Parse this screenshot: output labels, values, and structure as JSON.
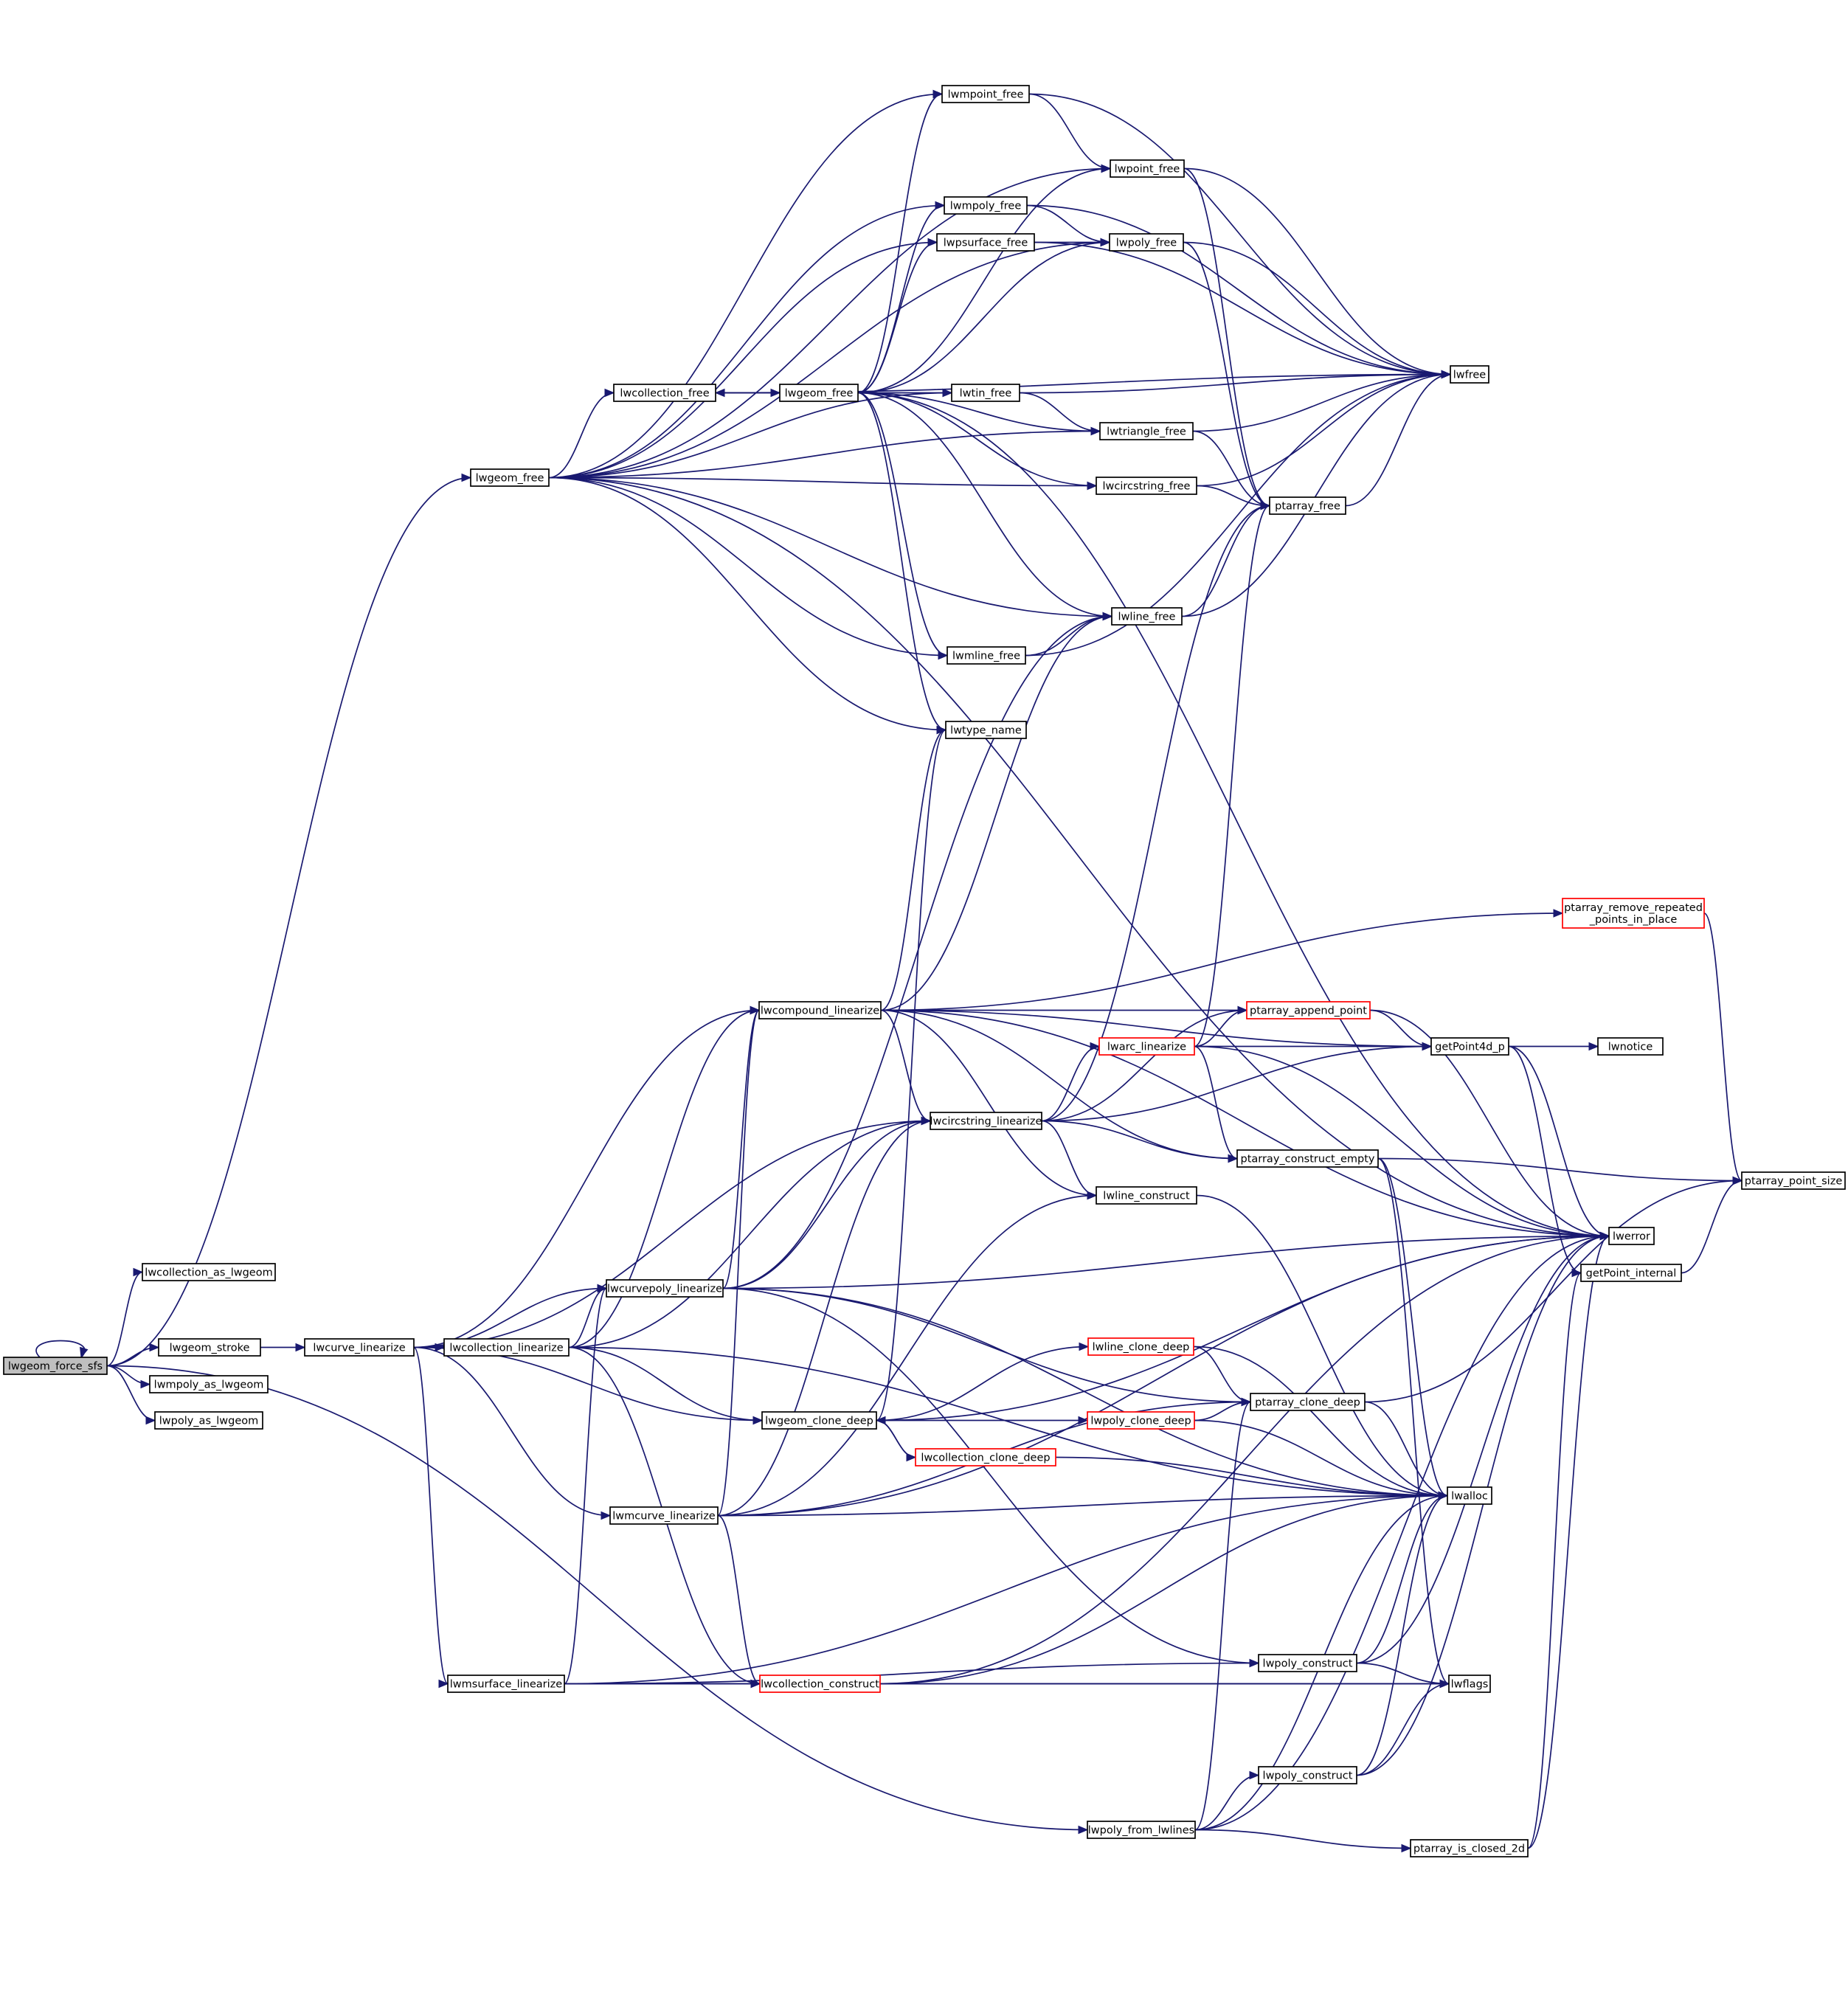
{
  "graph": {
    "root": "lwgeom_force_sfs",
    "colors": {
      "edge": "#191970",
      "root_fill": "#bfbfbf",
      "truncated_border": "#ff0000",
      "node_border": "#000000"
    },
    "nodes": [
      {
        "id": "lwgeom_force_sfs",
        "label": "lwgeom_force_sfs",
        "style": "root"
      },
      {
        "id": "lwcollection_as_lwgeom",
        "label": "lwcollection_as_lwgeom"
      },
      {
        "id": "lwgeom_free",
        "label": "lwgeom_free"
      },
      {
        "id": "lwgeom_stroke",
        "label": "lwgeom_stroke"
      },
      {
        "id": "lwmpoly_as_lwgeom",
        "label": "lwmpoly_as_lwgeom"
      },
      {
        "id": "lwpoly_as_lwgeom",
        "label": "lwpoly_as_lwgeom"
      },
      {
        "id": "lwcurve_linearize",
        "label": "lwcurve_linearize"
      },
      {
        "id": "lwcollection_linearize",
        "label": "lwcollection_linearize"
      },
      {
        "id": "lwmsurface_linearize",
        "label": "lwmsurface_linearize"
      },
      {
        "id": "lwcollection_free",
        "label": "lwcollection_free"
      },
      {
        "id": "lwcurvepoly_linearize",
        "label": "lwcurvepoly_linearize"
      },
      {
        "id": "lwmcurve_linearize",
        "label": "lwmcurve_linearize"
      },
      {
        "id": "lwgeom_free2",
        "label": "lwgeom_free"
      },
      {
        "id": "lwcompound_linearize",
        "label": "lwcompound_linearize"
      },
      {
        "id": "lwgeom_clone_deep",
        "label": "lwgeom_clone_deep"
      },
      {
        "id": "lwcollection_construct",
        "label": "lwcollection_construct",
        "style": "truncated"
      },
      {
        "id": "lwmpoint_free",
        "label": "lwmpoint_free"
      },
      {
        "id": "lwmpoly_free",
        "label": "lwmpoly_free"
      },
      {
        "id": "lwpsurface_free",
        "label": "lwpsurface_free"
      },
      {
        "id": "lwtin_free",
        "label": "lwtin_free"
      },
      {
        "id": "lwmline_free",
        "label": "lwmline_free"
      },
      {
        "id": "lwtype_name",
        "label": "lwtype_name"
      },
      {
        "id": "lwcircstring_linearize",
        "label": "lwcircstring_linearize"
      },
      {
        "id": "lwcollection_clone_deep",
        "label": "lwcollection_clone_deep",
        "style": "truncated"
      },
      {
        "id": "lwline_clone_deep",
        "label": "lwline_clone_deep",
        "style": "truncated"
      },
      {
        "id": "lwpoly_clone_deep",
        "label": "lwpoly_clone_deep",
        "style": "truncated"
      },
      {
        "id": "lwpoly_from_lwlines",
        "label": "lwpoly_from_lwlines"
      },
      {
        "id": "lwpoint_free",
        "label": "lwpoint_free"
      },
      {
        "id": "lwpoly_free",
        "label": "lwpoly_free"
      },
      {
        "id": "lwtriangle_free",
        "label": "lwtriangle_free"
      },
      {
        "id": "lwcircstring_free",
        "label": "lwcircstring_free"
      },
      {
        "id": "lwline_free",
        "label": "lwline_free"
      },
      {
        "id": "lwarc_linearize",
        "label": "lwarc_linearize",
        "style": "truncated"
      },
      {
        "id": "ptarray_construct_empty",
        "label": "ptarray_construct_empty"
      },
      {
        "id": "lwline_construct",
        "label": "lwline_construct"
      },
      {
        "id": "ptarray_append_point",
        "label": "ptarray_append_point",
        "style": "truncated"
      },
      {
        "id": "ptarray_clone_deep",
        "label": "ptarray_clone_deep"
      },
      {
        "id": "lwpoly_construct",
        "label": "lwpoly_construct"
      },
      {
        "id": "lwpoly_construct2",
        "label": "lwpoly_construct"
      },
      {
        "id": "ptarray_is_closed_2d",
        "label": "ptarray_is_closed_2d"
      },
      {
        "id": "lwfree",
        "label": "lwfree"
      },
      {
        "id": "ptarray_free",
        "label": "ptarray_free"
      },
      {
        "id": "getPoint4d_p",
        "label": "getPoint4d_p"
      },
      {
        "id": "lwalloc",
        "label": "lwalloc"
      },
      {
        "id": "lwflags",
        "label": "lwflags"
      },
      {
        "id": "ptarray_remove_repeated_points_in_place",
        "label": "ptarray_remove_repeated\n_points_in_place",
        "style": "truncated"
      },
      {
        "id": "lwerror",
        "label": "lwerror"
      },
      {
        "id": "getPoint_internal",
        "label": "getPoint_internal"
      },
      {
        "id": "lwnotice",
        "label": "lwnotice"
      },
      {
        "id": "ptarray_point_size",
        "label": "ptarray_point_size"
      }
    ],
    "edges": [
      [
        "lwgeom_force_sfs",
        "lwgeom_force_sfs"
      ],
      [
        "lwgeom_force_sfs",
        "lwcollection_as_lwgeom"
      ],
      [
        "lwgeom_force_sfs",
        "lwgeom_free"
      ],
      [
        "lwgeom_force_sfs",
        "lwgeom_stroke"
      ],
      [
        "lwgeom_force_sfs",
        "lwmpoly_as_lwgeom"
      ],
      [
        "lwgeom_force_sfs",
        "lwpoly_as_lwgeom"
      ],
      [
        "lwgeom_force_sfs",
        "lwpoly_from_lwlines"
      ],
      [
        "lwgeom_stroke",
        "lwcurve_linearize"
      ],
      [
        "lwcurve_linearize",
        "lwcollection_linearize"
      ],
      [
        "lwcurve_linearize",
        "lwcurvepoly_linearize"
      ],
      [
        "lwcurve_linearize",
        "lwcompound_linearize"
      ],
      [
        "lwcurve_linearize",
        "lwcircstring_linearize"
      ],
      [
        "lwcurve_linearize",
        "lwgeom_clone_deep"
      ],
      [
        "lwcurve_linearize",
        "lwmcurve_linearize"
      ],
      [
        "lwcurve_linearize",
        "lwmsurface_linearize"
      ],
      [
        "lwcollection_linearize",
        "lwcurvepoly_linearize"
      ],
      [
        "lwcollection_linearize",
        "lwcompound_linearize"
      ],
      [
        "lwcollection_linearize",
        "lwcircstring_linearize"
      ],
      [
        "lwcollection_linearize",
        "lwgeom_clone_deep"
      ],
      [
        "lwcollection_linearize",
        "lwcollection_construct"
      ],
      [
        "lwcollection_linearize",
        "lwalloc"
      ],
      [
        "lwmsurface_linearize",
        "lwcurvepoly_linearize"
      ],
      [
        "lwmsurface_linearize",
        "lwcollection_construct"
      ],
      [
        "lwmsurface_linearize",
        "lwalloc"
      ],
      [
        "lwmsurface_linearize",
        "lwpoly_construct"
      ],
      [
        "lwmsurface_linearize",
        "lwflags"
      ],
      [
        "lwcurvepoly_linearize",
        "lwcompound_linearize"
      ],
      [
        "lwcurvepoly_linearize",
        "lwcircstring_linearize"
      ],
      [
        "lwcurvepoly_linearize",
        "lwline_free"
      ],
      [
        "lwcurvepoly_linearize",
        "lwerror"
      ],
      [
        "lwcurvepoly_linearize",
        "lwalloc"
      ],
      [
        "lwcurvepoly_linearize",
        "ptarray_clone_deep"
      ],
      [
        "lwcurvepoly_linearize",
        "lwpoly_construct"
      ],
      [
        "lwmcurve_linearize",
        "lwcompound_linearize"
      ],
      [
        "lwmcurve_linearize",
        "lwcircstring_linearize"
      ],
      [
        "lwmcurve_linearize",
        "lwline_construct"
      ],
      [
        "lwmcurve_linearize",
        "ptarray_clone_deep"
      ],
      [
        "lwmcurve_linearize",
        "lwalloc"
      ],
      [
        "lwmcurve_linearize",
        "lwcollection_construct"
      ],
      [
        "lwmcurve_linearize",
        "lwerror"
      ],
      [
        "lwcompound_linearize",
        "lwcircstring_linearize"
      ],
      [
        "lwcompound_linearize",
        "lwtype_name"
      ],
      [
        "lwcompound_linearize",
        "lwline_free"
      ],
      [
        "lwcompound_linearize",
        "ptarray_append_point"
      ],
      [
        "lwcompound_linearize",
        "ptarray_construct_empty"
      ],
      [
        "lwcompound_linearize",
        "lwline_construct"
      ],
      [
        "lwcompound_linearize",
        "getPoint4d_p"
      ],
      [
        "lwcompound_linearize",
        "ptarray_remove_repeated_points_in_place"
      ],
      [
        "lwcompound_linearize",
        "lwerror"
      ],
      [
        "lwgeom_clone_deep",
        "lwline_clone_deep"
      ],
      [
        "lwgeom_clone_deep",
        "lwpoly_clone_deep"
      ],
      [
        "lwgeom_clone_deep",
        "lwcollection_clone_deep"
      ],
      [
        "lwgeom_clone_deep",
        "lwtype_name"
      ],
      [
        "lwgeom_clone_deep",
        "lwerror"
      ],
      [
        "lwcollection_clone_deep",
        "lwgeom_clone_deep"
      ],
      [
        "lwcollection_clone_deep",
        "lwalloc"
      ],
      [
        "lwline_clone_deep",
        "ptarray_clone_deep"
      ],
      [
        "lwline_clone_deep",
        "lwalloc"
      ],
      [
        "lwpoly_clone_deep",
        "ptarray_clone_deep"
      ],
      [
        "lwpoly_clone_deep",
        "lwalloc"
      ],
      [
        "lwcircstring_linearize",
        "lwarc_linearize"
      ],
      [
        "lwcircstring_linearize",
        "ptarray_append_point"
      ],
      [
        "lwcircstring_linearize",
        "ptarray_construct_empty"
      ],
      [
        "lwcircstring_linearize",
        "lwline_construct"
      ],
      [
        "lwcircstring_linearize",
        "ptarray_free"
      ],
      [
        "lwcircstring_linearize",
        "getPoint4d_p"
      ],
      [
        "lwarc_linearize",
        "ptarray_append_point"
      ],
      [
        "lwarc_linearize",
        "getPoint4d_p"
      ],
      [
        "lwarc_linearize",
        "ptarray_construct_empty"
      ],
      [
        "lwarc_linearize",
        "ptarray_free"
      ],
      [
        "lwarc_linearize",
        "lwerror"
      ],
      [
        "ptarray_append_point",
        "getPoint4d_p"
      ],
      [
        "ptarray_append_point",
        "lwerror"
      ],
      [
        "getPoint4d_p",
        "lwnotice"
      ],
      [
        "getPoint4d_p",
        "lwerror"
      ],
      [
        "getPoint4d_p",
        "getPoint_internal"
      ],
      [
        "getPoint_internal",
        "ptarray_point_size"
      ],
      [
        "ptarray_remove_repeated_points_in_place",
        "ptarray_point_size"
      ],
      [
        "ptarray_construct_empty",
        "lwalloc"
      ],
      [
        "ptarray_construct_empty",
        "ptarray_point_size"
      ],
      [
        "ptarray_construct_empty",
        "lwflags"
      ],
      [
        "lwline_construct",
        "lwalloc"
      ],
      [
        "ptarray_clone_deep",
        "lwalloc"
      ],
      [
        "ptarray_clone_deep",
        "ptarray_point_size"
      ],
      [
        "lwcollection_construct",
        "lwalloc"
      ],
      [
        "lwcollection_construct",
        "lwflags"
      ],
      [
        "lwcollection_construct",
        "lwerror"
      ],
      [
        "lwpoly_construct",
        "lwalloc"
      ],
      [
        "lwpoly_construct",
        "lwflags"
      ],
      [
        "lwpoly_construct",
        "lwerror"
      ],
      [
        "lwpoly_construct2",
        "lwalloc"
      ],
      [
        "lwpoly_construct2",
        "lwflags"
      ],
      [
        "lwpoly_construct2",
        "lwerror"
      ],
      [
        "lwpoly_from_lwlines",
        "lwpoly_construct2"
      ],
      [
        "lwpoly_from_lwlines",
        "ptarray_is_closed_2d"
      ],
      [
        "lwpoly_from_lwlines",
        "ptarray_clone_deep"
      ],
      [
        "lwpoly_from_lwlines",
        "lwalloc"
      ],
      [
        "lwpoly_from_lwlines",
        "lwerror"
      ],
      [
        "ptarray_is_closed_2d",
        "getPoint_internal"
      ],
      [
        "ptarray_is_closed_2d",
        "lwerror"
      ],
      [
        "lwgeom_free",
        "lwcollection_free"
      ],
      [
        "lwgeom_free",
        "lwmpoint_free"
      ],
      [
        "lwgeom_free",
        "lwpoint_free"
      ],
      [
        "lwgeom_free",
        "lwmpoly_free"
      ],
      [
        "lwgeom_free",
        "lwpoly_free"
      ],
      [
        "lwgeom_free",
        "lwpsurface_free"
      ],
      [
        "lwgeom_free",
        "lwtin_free"
      ],
      [
        "lwgeom_free",
        "lwtriangle_free"
      ],
      [
        "lwgeom_free",
        "lwcircstring_free"
      ],
      [
        "lwgeom_free",
        "lwline_free"
      ],
      [
        "lwgeom_free",
        "lwmline_free"
      ],
      [
        "lwgeom_free",
        "lwtype_name"
      ],
      [
        "lwgeom_free",
        "lwerror"
      ],
      [
        "lwcollection_free",
        "lwgeom_free2"
      ],
      [
        "lwcollection_free",
        "lwfree"
      ],
      [
        "lwgeom_free2",
        "lwcollection_free"
      ],
      [
        "lwgeom_free2",
        "lwmpoint_free"
      ],
      [
        "lwgeom_free2",
        "lwpoint_free"
      ],
      [
        "lwgeom_free2",
        "lwmpoly_free"
      ],
      [
        "lwgeom_free2",
        "lwpoly_free"
      ],
      [
        "lwgeom_free2",
        "lwpsurface_free"
      ],
      [
        "lwgeom_free2",
        "lwtin_free"
      ],
      [
        "lwgeom_free2",
        "lwtriangle_free"
      ],
      [
        "lwgeom_free2",
        "lwcircstring_free"
      ],
      [
        "lwgeom_free2",
        "lwline_free"
      ],
      [
        "lwgeom_free2",
        "lwmline_free"
      ],
      [
        "lwgeom_free2",
        "lwtype_name"
      ],
      [
        "lwgeom_free2",
        "lwerror"
      ],
      [
        "lwmpoint_free",
        "lwpoint_free"
      ],
      [
        "lwmpoint_free",
        "lwfree"
      ],
      [
        "lwpoint_free",
        "ptarray_free"
      ],
      [
        "lwpoint_free",
        "lwfree"
      ],
      [
        "lwmpoly_free",
        "lwpoly_free"
      ],
      [
        "lwmpoly_free",
        "lwfree"
      ],
      [
        "lwpsurface_free",
        "lwpoly_free"
      ],
      [
        "lwpsurface_free",
        "lwfree"
      ],
      [
        "lwpoly_free",
        "ptarray_free"
      ],
      [
        "lwpoly_free",
        "lwfree"
      ],
      [
        "lwtin_free",
        "lwtriangle_free"
      ],
      [
        "lwtin_free",
        "lwfree"
      ],
      [
        "lwtriangle_free",
        "ptarray_free"
      ],
      [
        "lwtriangle_free",
        "lwfree"
      ],
      [
        "lwcircstring_free",
        "ptarray_free"
      ],
      [
        "lwcircstring_free",
        "lwfree"
      ],
      [
        "lwline_free",
        "ptarray_free"
      ],
      [
        "lwline_free",
        "lwfree"
      ],
      [
        "lwmline_free",
        "lwline_free"
      ],
      [
        "lwmline_free",
        "lwfree"
      ],
      [
        "ptarray_free",
        "lwfree"
      ]
    ]
  }
}
